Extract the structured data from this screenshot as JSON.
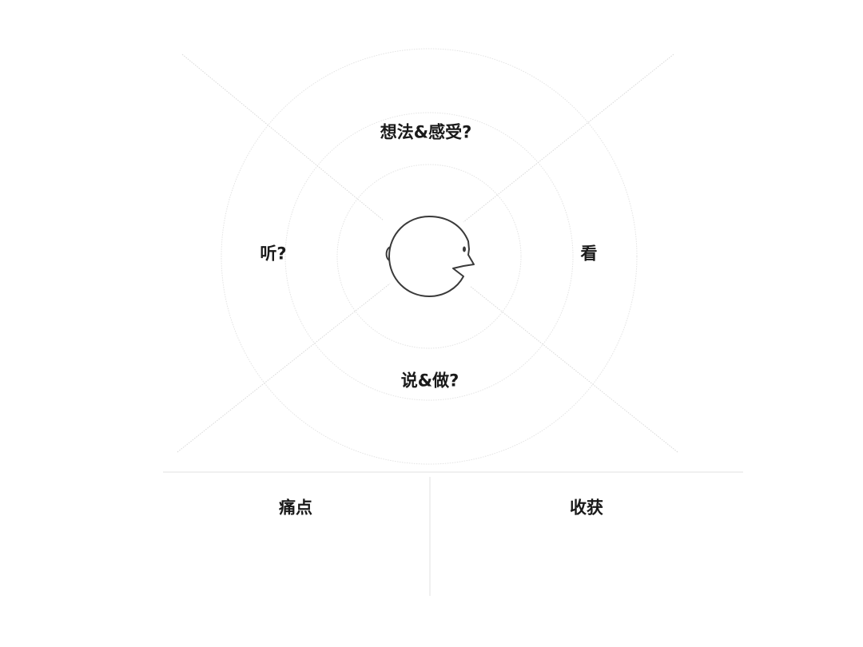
{
  "map": {
    "think_feel": "想法&感受?",
    "hear": "听?",
    "see": "看",
    "say_do": "说&做?"
  },
  "bottom": {
    "pains": "痛点",
    "gains": "收获"
  },
  "colors": {
    "lines": "#d8d8d8",
    "divider": "#e2e2e2",
    "head_stroke": "#3a3a3a",
    "text": "#1a1a1a"
  }
}
